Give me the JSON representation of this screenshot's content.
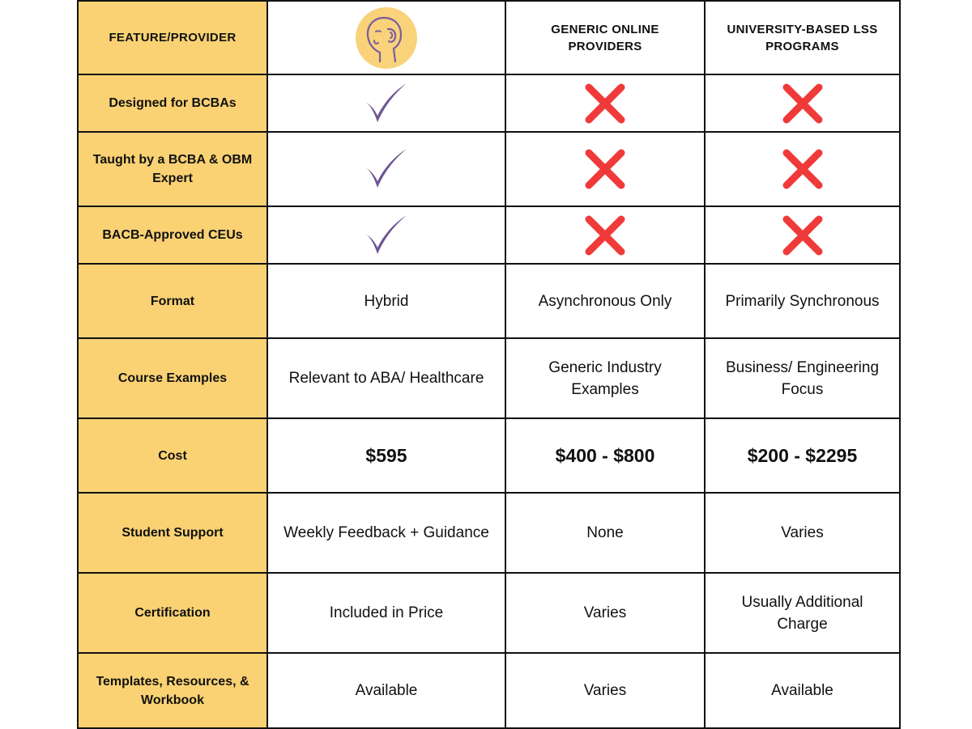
{
  "colors": {
    "feature_column_bg": "#fad274",
    "check": "#6e5594",
    "cross": "#f03a3a",
    "logo_bg": "#f9d27a",
    "logo_stroke": "#7a5ea0"
  },
  "header": {
    "feature_label": "FEATURE/PROVIDER",
    "logo_icon": "head-profile-icon",
    "provider_generic": "GENERIC ONLINE PROVIDERS",
    "provider_university": "UNIVERSITY-BASED LSS PROGRAMS"
  },
  "rows": {
    "designed": {
      "feature": "Designed for BCBAs",
      "ours": "check-icon",
      "generic": "cross-icon",
      "university": "cross-icon"
    },
    "taught": {
      "feature": "Taught by a BCBA & OBM Expert",
      "ours": "check-icon",
      "generic": "cross-icon",
      "university": "cross-icon"
    },
    "ceus": {
      "feature": "BACB-Approved CEUs",
      "ours": "check-icon",
      "generic": "cross-icon",
      "university": "cross-icon"
    },
    "format": {
      "feature": "Format",
      "ours": "Hybrid",
      "generic": "Asynchronous Only",
      "university": "Primarily Synchronous"
    },
    "examples": {
      "feature": "Course Examples",
      "ours": "Relevant to ABA/ Healthcare",
      "generic": "Generic Industry Examples",
      "university": "Business/ Engineering Focus"
    },
    "cost": {
      "feature": "Cost",
      "ours": "$595",
      "generic": "$400 - $800",
      "university": "$200 - $2295"
    },
    "support": {
      "feature": "Student Support",
      "ours": "Weekly Feedback + Guidance",
      "generic": "None",
      "university": "Varies"
    },
    "certification": {
      "feature": "Certification",
      "ours": "Included in Price",
      "generic": "Varies",
      "university": "Usually Additional Charge"
    },
    "templates": {
      "feature": "Templates, Resources, & Workbook",
      "ours": "Available",
      "generic": "Varies",
      "university": "Available"
    }
  }
}
